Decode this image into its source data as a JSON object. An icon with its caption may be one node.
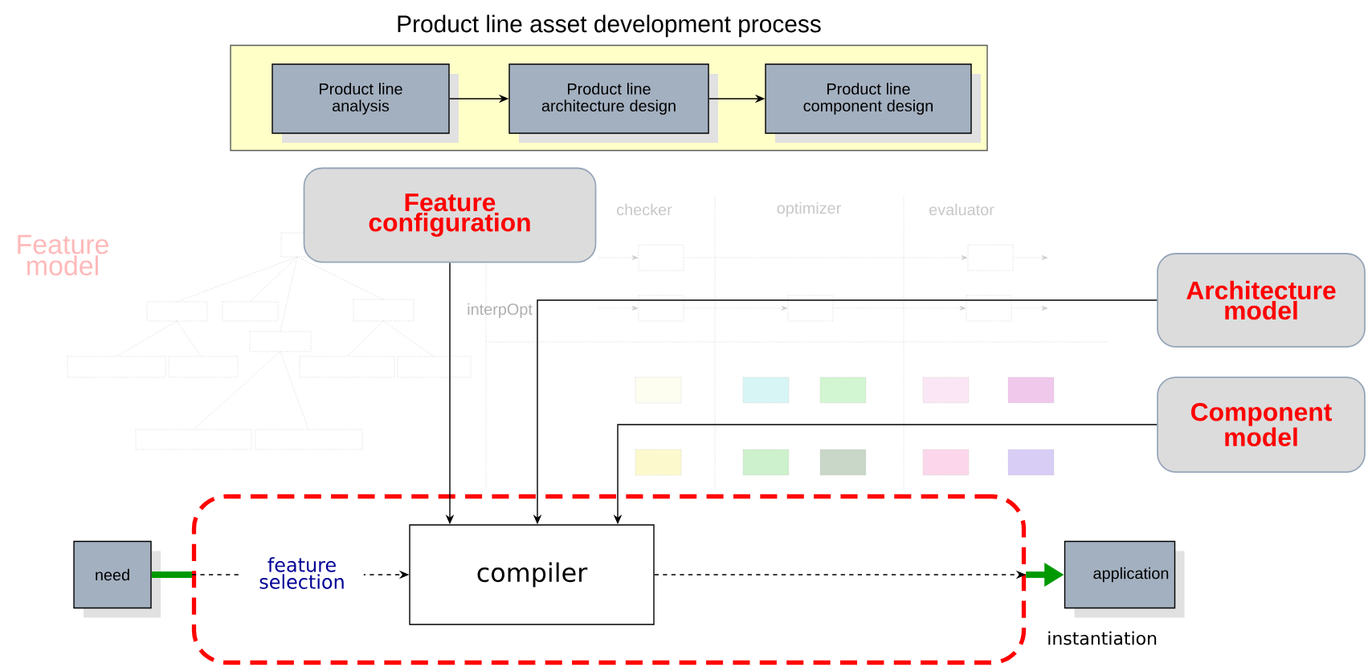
{
  "diagram": {
    "nodes": [
      {
        "text": [
          "Product line asset development process"
        ]
      },
      {
        "text": [
          "Product line analysis"
        ],
        "in": 0
      },
      {
        "text": [
          "Product line architecture design"
        ],
        "in": 0
      },
      {
        "text": [
          "Product line component design"
        ],
        "in": 0
      },
      {
        "text": [
          "Feature configuration"
        ]
      },
      {
        "text": [
          "Architecture model"
        ]
      },
      {
        "text": [
          "Component model"
        ]
      },
      {
        "text": [],
        "shape": "box"
      },
      {
        "text": [
          "need"
        ]
      },
      {
        "text": [
          "compiler"
        ],
        "in": 7
      },
      {
        "text": [
          "application"
        ]
      }
    ],
    "edges": [
      {
        "from": 1,
        "to": 2,
        "arrow": "to"
      },
      {
        "from": 2,
        "to": 3,
        "arrow": "to"
      },
      {
        "from": 4,
        "to": 9,
        "arrow": "to"
      },
      {
        "from": 5,
        "to": 9,
        "arrow": "to"
      },
      {
        "from": 6,
        "to": 9,
        "arrow": "to"
      },
      {
        "from": 8,
        "to": 7,
        "arrow": "none",
        "style": "thick",
        "color": "#009900"
      },
      {
        "from": 7,
        "to": 9,
        "arrow": "to",
        "style": "dashed",
        "label": "feature selection"
      },
      {
        "from": 9,
        "to": 7,
        "arrow": "to",
        "style": "dashed"
      },
      {
        "from": 7,
        "to": 10,
        "arrow": "to",
        "style": "thick",
        "color": "#009900",
        "label": "instantiation"
      }
    ],
    "labels": [
      "Feature model",
      "checker",
      "optimizer",
      "evaluator",
      "interpOpt"
    ]
  }
}
